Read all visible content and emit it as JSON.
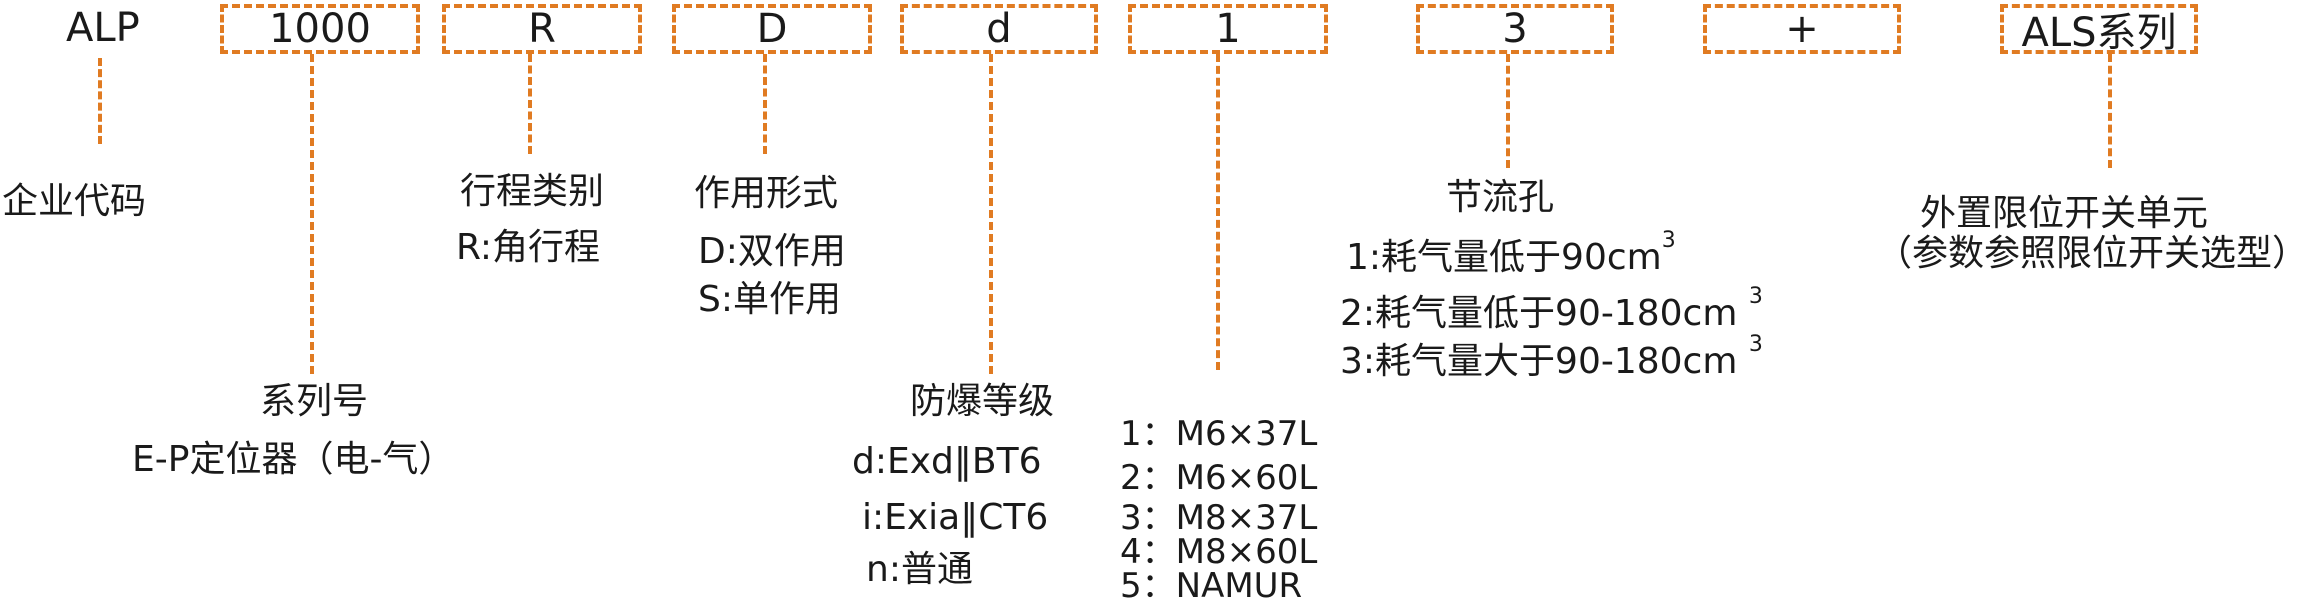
{
  "company": {
    "code": "ALP",
    "label": "企业代码"
  },
  "series": {
    "box": "1000",
    "title": "系列号",
    "desc": "E-P定位器（电-气）"
  },
  "stroke": {
    "box": "R",
    "title": "行程类别",
    "options": [
      "R:角行程"
    ]
  },
  "action": {
    "box": "D",
    "title": "作用形式",
    "options": [
      "D:双作用",
      "S:单作用"
    ]
  },
  "explosion": {
    "box": "d",
    "title": "防爆等级",
    "options": [
      "d:Exd‖BT6",
      "i:Exia‖CT6",
      "n:普通"
    ]
  },
  "interface": {
    "box": "1",
    "options": [
      "1：M6×37L",
      "2：M6×60L",
      "3：M8×37L",
      "4：M8×60L",
      "5：NAMUR"
    ]
  },
  "orifice": {
    "box": "3",
    "title": "节流孔",
    "options": [
      "1:耗气量低于90cm",
      "2:耗气量低于90-180cm",
      "3:耗气量大于90-180cm"
    ],
    "superscript": "3"
  },
  "plus": {
    "box": "+"
  },
  "switch": {
    "box": "ALS系列",
    "title": "外置限位开关单元",
    "note": "（参数参照限位开关选型）"
  },
  "colors": {
    "accent": "#e07b22",
    "text": "#1a1a1a"
  }
}
